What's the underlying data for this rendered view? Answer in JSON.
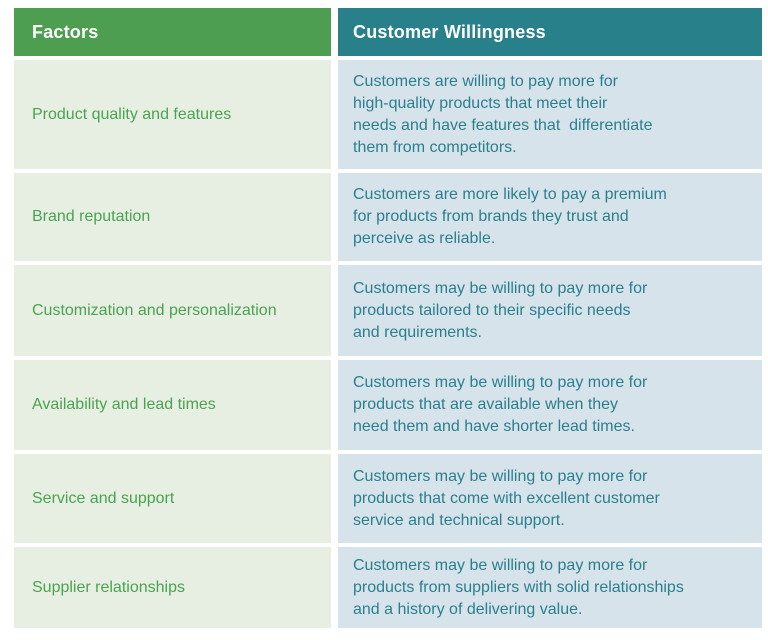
{
  "colors": {
    "header_factor_bg": "#4d9e51",
    "header_willing_bg": "#28808a",
    "factor_cell_bg": "#e7efe2",
    "willing_cell_bg": "#d6e3eb",
    "factor_text": "#4aa350",
    "willing_text": "#2b7f8d",
    "header_text": "#ffffff",
    "gap": "#ffffff"
  },
  "chart_data": {
    "type": "table",
    "title": "",
    "columns": [
      "Factors",
      "Customer Willingness"
    ],
    "rows": [
      {
        "factor": "Product quality and features",
        "willingness": "Customers are willing to pay more for\nhigh-quality products that meet their\nneeds and have features that  differentiate\nthem from competitors."
      },
      {
        "factor": "Brand reputation",
        "willingness": "Customers are more likely to pay a premium\nfor products from brands they trust and\nperceive as reliable."
      },
      {
        "factor": "Customization and personalization",
        "willingness": "Customers may be willing to pay more for\nproducts tailored to their specific needs\nand requirements."
      },
      {
        "factor": "Availability and lead times",
        "willingness": "Customers may be willing to pay more for\nproducts that are available when they\nneed them and have shorter lead times."
      },
      {
        "factor": "Service and support",
        "willingness": "Customers may be willing to pay more for\nproducts that come with excellent customer\nservice and technical support."
      },
      {
        "factor": "Supplier relationships",
        "willingness": "Customers may be willing to pay more for\nproducts from suppliers with solid relationships\nand a history of delivering value."
      }
    ]
  }
}
